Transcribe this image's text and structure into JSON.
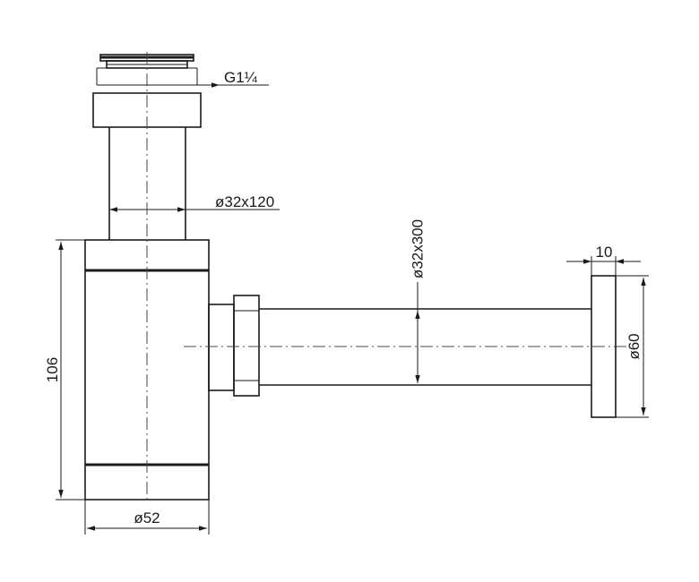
{
  "labels": {
    "thread": "G1¼",
    "inlet_pipe": "ø32x120",
    "outlet_pipe": "ø32x300",
    "flange_thickness": "10",
    "flange_diameter": "ø60",
    "body_height": "106",
    "body_diameter": "ø52"
  }
}
